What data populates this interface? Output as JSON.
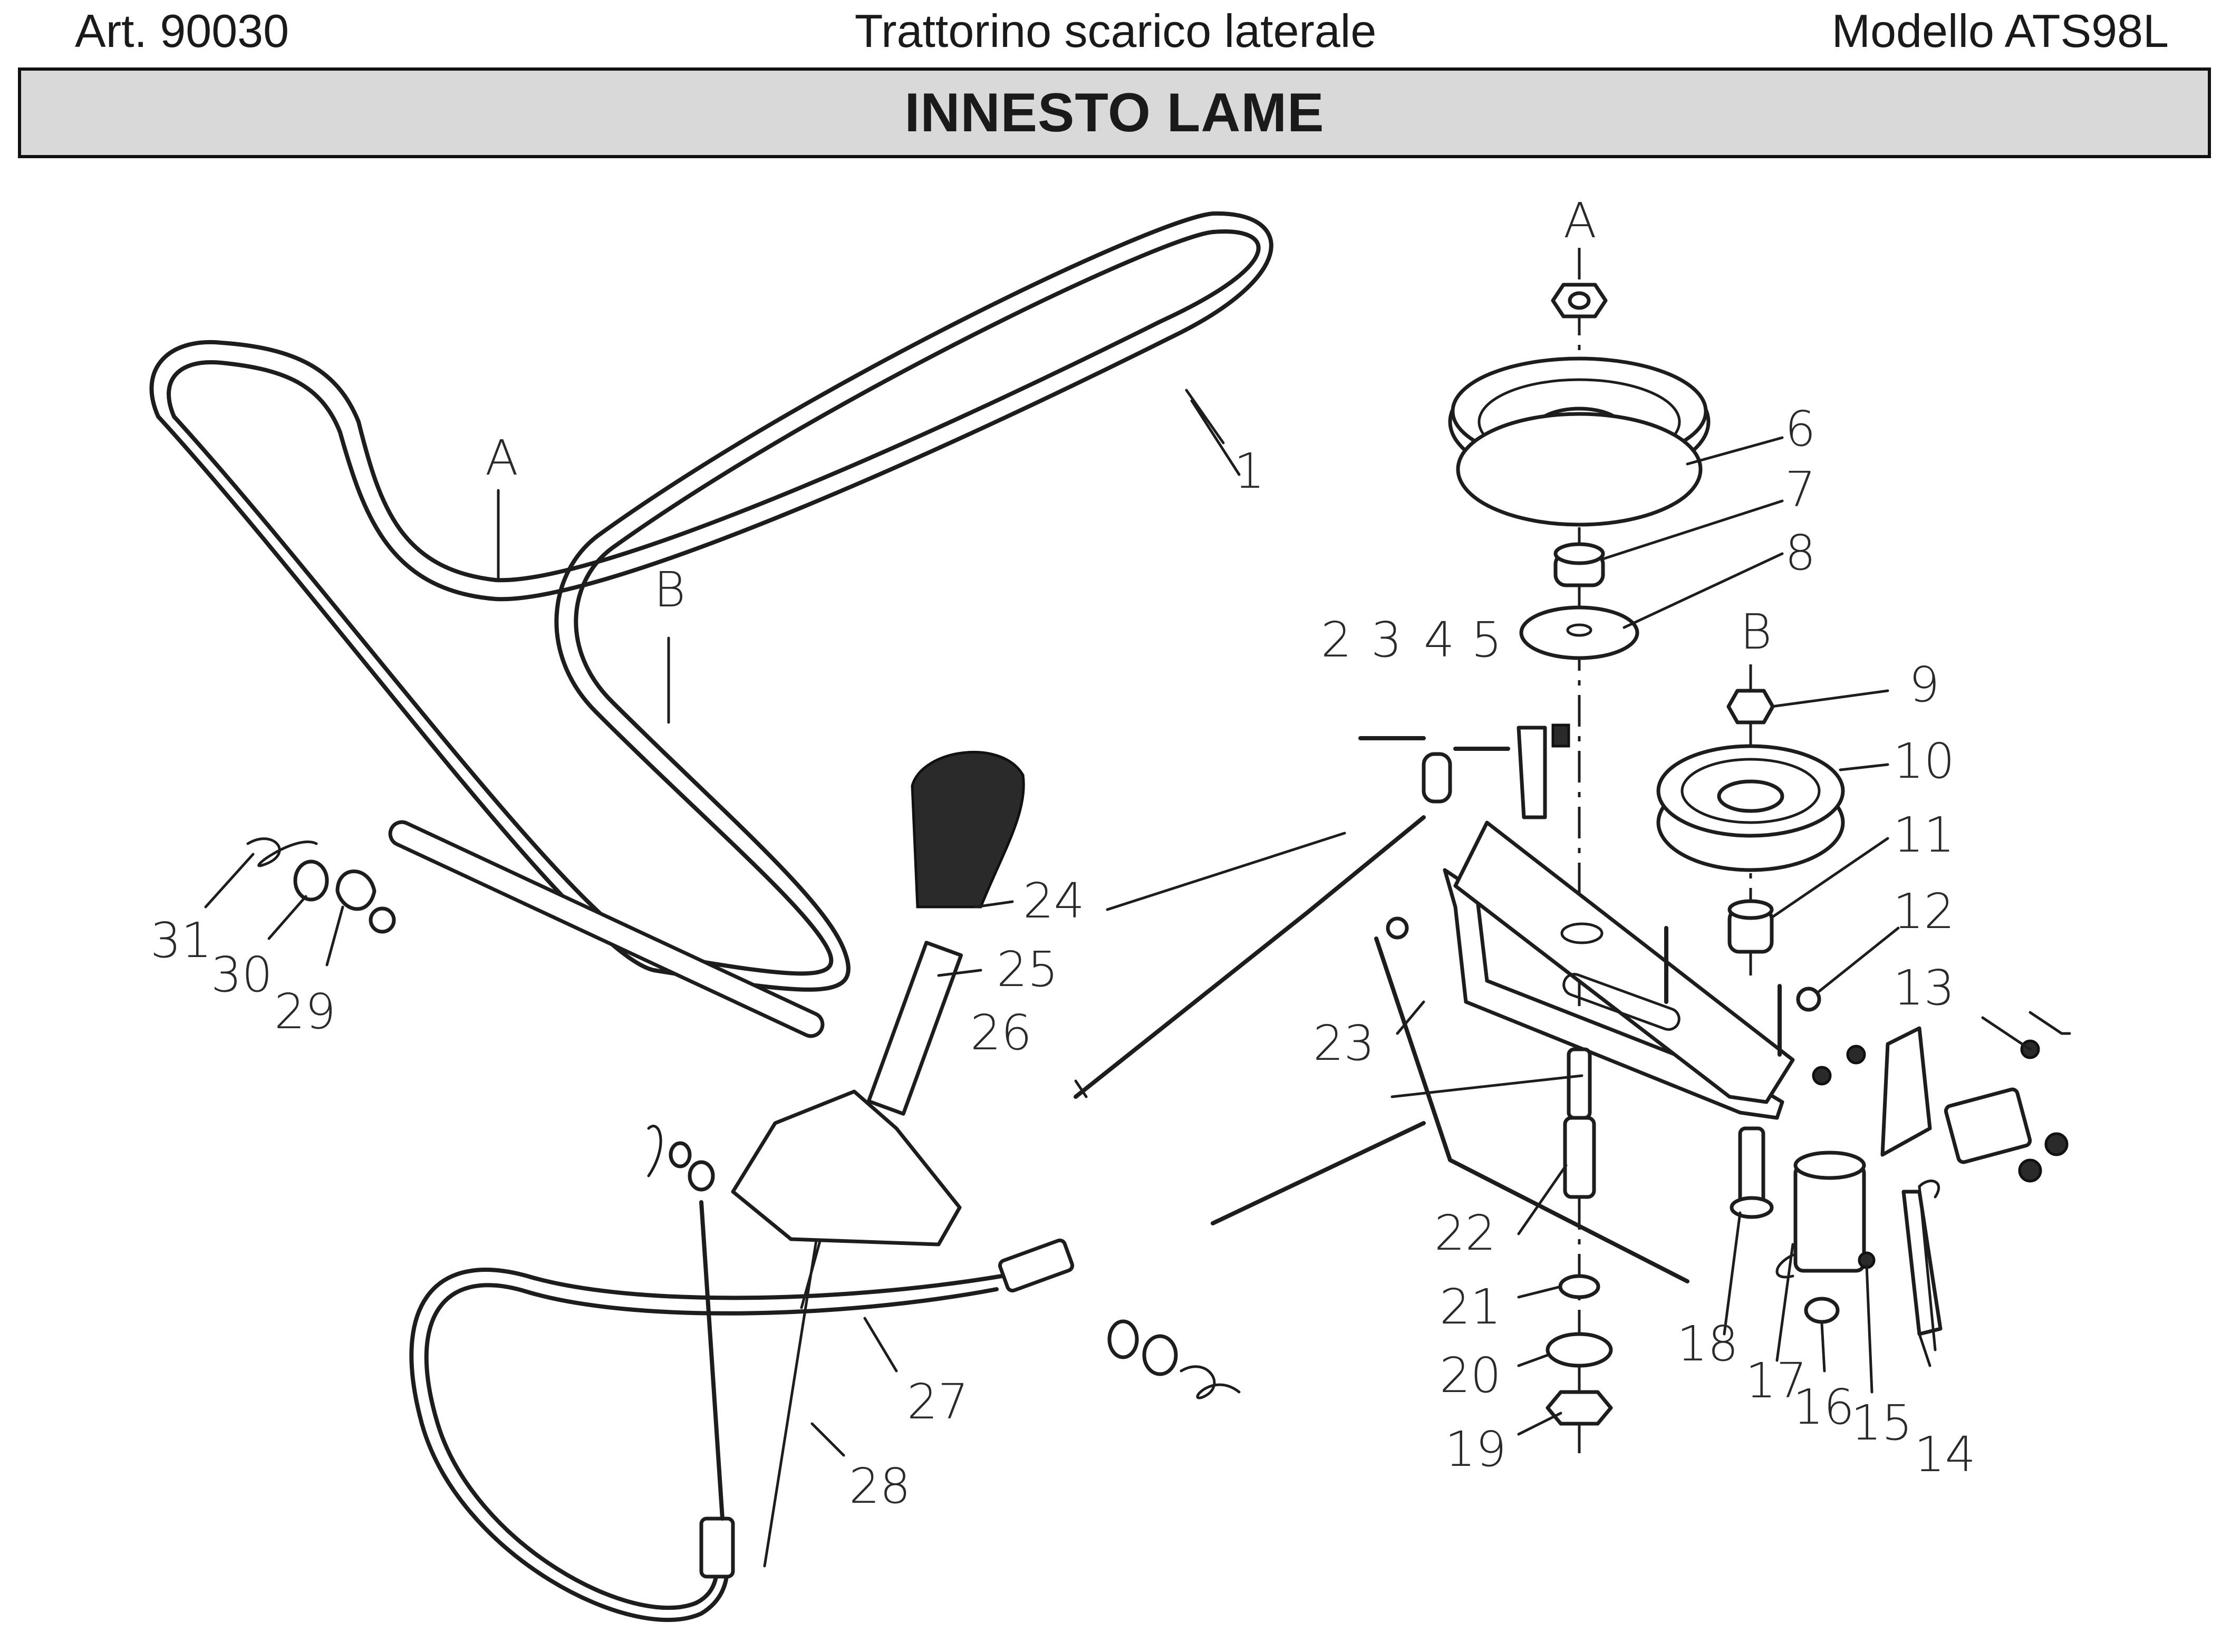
{
  "header": {
    "article": "Art. 90030",
    "description": "Trattorino scarico laterale",
    "model": "Modello ATS98L"
  },
  "title": "INNESTO LAME",
  "callouts": [
    {
      "id": "1",
      "text": "1"
    },
    {
      "id": "2",
      "text": "2"
    },
    {
      "id": "3",
      "text": "3"
    },
    {
      "id": "4",
      "text": "4"
    },
    {
      "id": "5",
      "text": "5"
    },
    {
      "id": "6",
      "text": "6"
    },
    {
      "id": "7",
      "text": "7"
    },
    {
      "id": "8",
      "text": "8"
    },
    {
      "id": "9",
      "text": "9"
    },
    {
      "id": "10",
      "text": "10"
    },
    {
      "id": "11",
      "text": "11"
    },
    {
      "id": "12",
      "text": "12"
    },
    {
      "id": "13",
      "text": "13"
    },
    {
      "id": "14",
      "text": "14"
    },
    {
      "id": "15",
      "text": "15"
    },
    {
      "id": "16",
      "text": "16"
    },
    {
      "id": "17",
      "text": "17"
    },
    {
      "id": "18",
      "text": "18"
    },
    {
      "id": "19",
      "text": "19"
    },
    {
      "id": "20",
      "text": "20"
    },
    {
      "id": "21",
      "text": "21"
    },
    {
      "id": "22",
      "text": "22"
    },
    {
      "id": "23",
      "text": "23"
    },
    {
      "id": "24",
      "text": "24"
    },
    {
      "id": "25",
      "text": "25"
    },
    {
      "id": "26",
      "text": "26"
    },
    {
      "id": "27",
      "text": "27"
    },
    {
      "id": "28",
      "text": "28"
    },
    {
      "id": "29",
      "text": "29"
    },
    {
      "id": "30",
      "text": "30"
    },
    {
      "id": "31",
      "text": "31"
    }
  ],
  "markers": {
    "belt_a": "A",
    "belt_b": "B",
    "pulley_a": "A",
    "pulley_b": "B"
  }
}
